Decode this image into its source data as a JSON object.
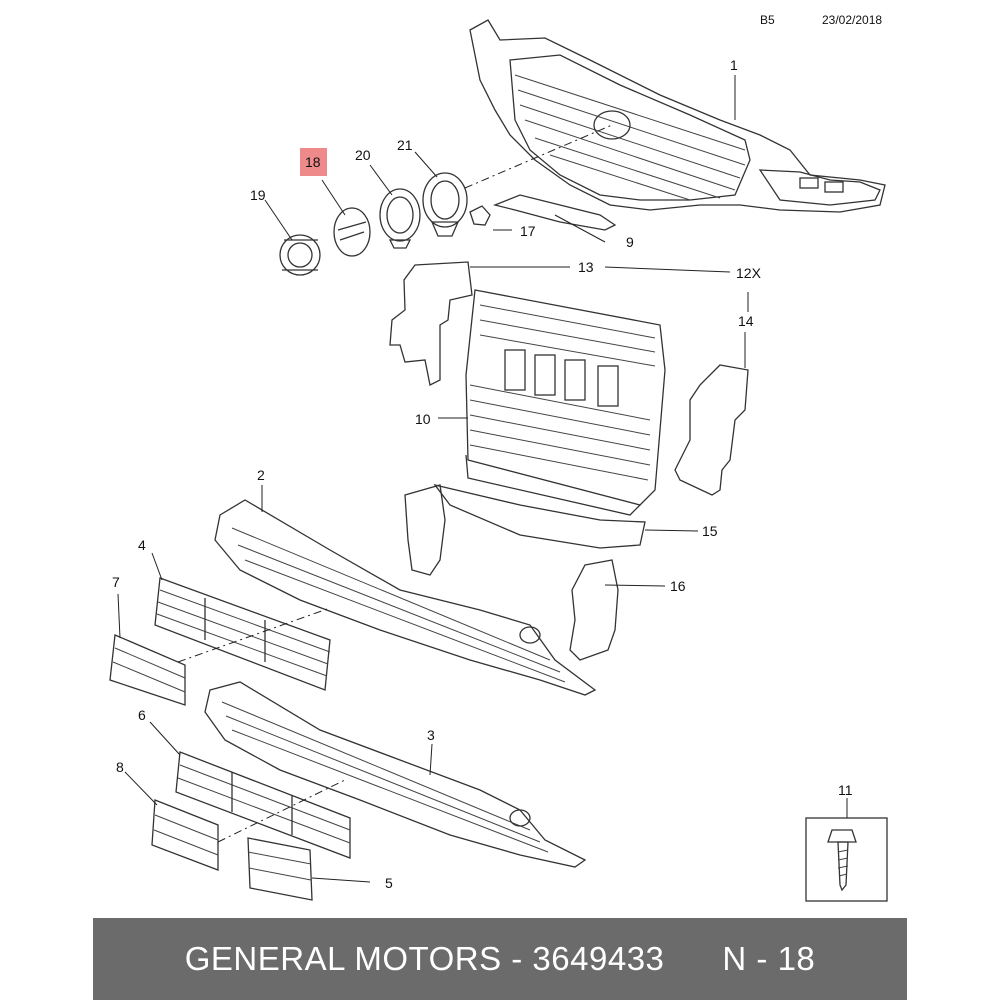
{
  "header": {
    "code": "B5",
    "date": "23/02/2018"
  },
  "callouts": {
    "c1": "1",
    "c2": "2",
    "c3": "3",
    "c4": "4",
    "c5": "5",
    "c6": "6",
    "c7": "7",
    "c8": "8",
    "c9": "9",
    "c10": "10",
    "c11": "11",
    "c12x": "12X",
    "c13": "13",
    "c14": "14",
    "c15": "15",
    "c16": "16",
    "c17": "17",
    "c18": "18",
    "c19": "19",
    "c20": "20",
    "c21": "21"
  },
  "highlighted_part": "18",
  "highlight_color": "#ef8a8a",
  "footer": {
    "text": "GENERAL MOTORS - 3649433      N - 18",
    "background": "#6b6b6b"
  }
}
